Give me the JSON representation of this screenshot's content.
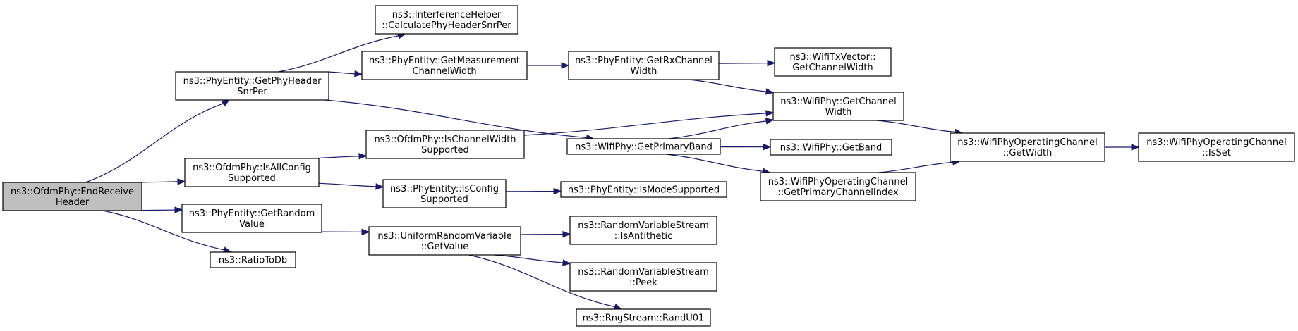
{
  "colors": {
    "edge": "#191970",
    "root_fill": "#bfbfbf",
    "node_fill": "#ffffff",
    "node_border": "#000000"
  },
  "nodes": [
    {
      "id": "endreceive",
      "lines": [
        "ns3::OfdmPhy::EndReceive",
        "Header"
      ],
      "root": true
    },
    {
      "id": "getphyheader",
      "lines": [
        "ns3::PhyEntity::GetPhyHeader",
        "SnrPer"
      ]
    },
    {
      "id": "calcsnr",
      "lines": [
        "ns3::InterferenceHelper",
        "::CalculatePhyHeaderSnrPer"
      ]
    },
    {
      "id": "getmeas",
      "lines": [
        "ns3::PhyEntity::GetMeasurement",
        "ChannelWidth"
      ]
    },
    {
      "id": "getrxchan",
      "lines": [
        "ns3::PhyEntity::GetRxChannel",
        "Width"
      ]
    },
    {
      "id": "txvector",
      "lines": [
        "ns3::WifiTxVector::",
        "GetChannelWidth"
      ]
    },
    {
      "id": "wifigetchan",
      "lines": [
        "ns3::WifiPhy::GetChannel",
        "Width"
      ]
    },
    {
      "id": "getprimaryband",
      "lines": [
        "ns3::WifiPhy::GetPrimaryBand"
      ]
    },
    {
      "id": "getband",
      "lines": [
        "ns3::WifiPhy::GetBand"
      ]
    },
    {
      "id": "primaryidx",
      "lines": [
        "ns3::WifiPhyOperatingChannel",
        "::GetPrimaryChannelIndex"
      ]
    },
    {
      "id": "getwidth",
      "lines": [
        "ns3::WifiPhyOperatingChannel",
        "::GetWidth"
      ]
    },
    {
      "id": "isset",
      "lines": [
        "ns3::WifiPhyOperatingChannel",
        "::IsSet"
      ]
    },
    {
      "id": "isallconfig",
      "lines": [
        "ns3::OfdmPhy::IsAllConfig",
        "Supported"
      ]
    },
    {
      "id": "ischanwidth",
      "lines": [
        "ns3::OfdmPhy::IsChannelWidth",
        "Supported"
      ]
    },
    {
      "id": "isconfig",
      "lines": [
        "ns3::PhyEntity::IsConfig",
        "Supported"
      ]
    },
    {
      "id": "ismode",
      "lines": [
        "ns3::PhyEntity::IsModeSupported"
      ]
    },
    {
      "id": "getrandom",
      "lines": [
        "ns3::PhyEntity::GetRandom",
        "Value"
      ]
    },
    {
      "id": "uniform",
      "lines": [
        "ns3::UniformRandomVariable",
        "::GetValue"
      ]
    },
    {
      "id": "antithetic",
      "lines": [
        "ns3::RandomVariableStream",
        "::IsAntithetic"
      ]
    },
    {
      "id": "peek",
      "lines": [
        "ns3::RandomVariableStream",
        "::Peek"
      ]
    },
    {
      "id": "randu01",
      "lines": [
        "ns3::RngStream::RandU01"
      ]
    },
    {
      "id": "ratiotodb",
      "lines": [
        "ns3::RatioToDb"
      ]
    }
  ],
  "edges": [
    [
      "endreceive",
      "getphyheader"
    ],
    [
      "endreceive",
      "isallconfig"
    ],
    [
      "endreceive",
      "getrandom"
    ],
    [
      "endreceive",
      "ratiotodb"
    ],
    [
      "getphyheader",
      "calcsnr"
    ],
    [
      "getphyheader",
      "getmeas"
    ],
    [
      "getphyheader",
      "getprimaryband"
    ],
    [
      "getmeas",
      "getrxchan"
    ],
    [
      "getrxchan",
      "txvector"
    ],
    [
      "getrxchan",
      "wifigetchan"
    ],
    [
      "wifigetchan",
      "getwidth"
    ],
    [
      "getwidth",
      "isset"
    ],
    [
      "getprimaryband",
      "wifigetchan"
    ],
    [
      "getprimaryband",
      "getband"
    ],
    [
      "getprimaryband",
      "primaryidx"
    ],
    [
      "primaryidx",
      "getwidth"
    ],
    [
      "isallconfig",
      "ischanwidth"
    ],
    [
      "isallconfig",
      "isconfig"
    ],
    [
      "ischanwidth",
      "wifigetchan"
    ],
    [
      "isconfig",
      "ismode"
    ],
    [
      "getrandom",
      "uniform"
    ],
    [
      "uniform",
      "antithetic"
    ],
    [
      "uniform",
      "peek"
    ],
    [
      "uniform",
      "randu01"
    ]
  ]
}
